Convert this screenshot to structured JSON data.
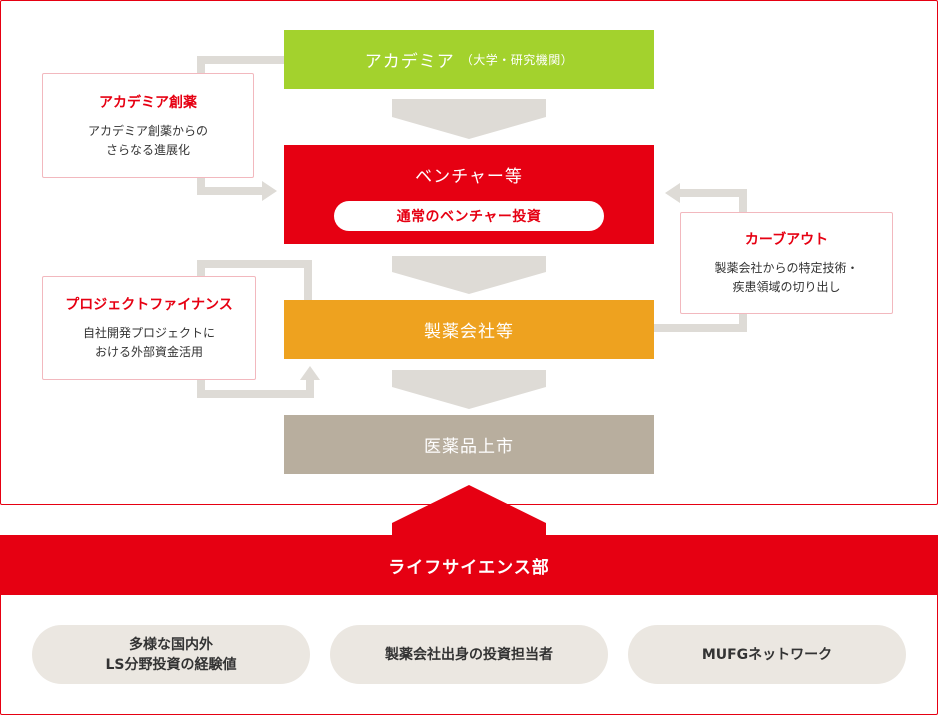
{
  "stages": {
    "academia": {
      "label": "アカデミア",
      "sub": "（大学・研究機関）"
    },
    "venture": {
      "label": "ベンチャー等",
      "pill": "通常のベンチャー投資"
    },
    "pharma": {
      "label": "製薬会社等"
    },
    "market": {
      "label": "医薬品上市"
    }
  },
  "side_boxes": {
    "academia_drug": {
      "title": "アカデミア創薬",
      "desc_lines": [
        "アカデミア創薬からの",
        "さらなる進展化"
      ]
    },
    "project_finance": {
      "title": "プロジェクトファイナンス",
      "desc_lines": [
        "自社開発プロジェクトに",
        "おける外部資金活用"
      ]
    },
    "carve_out": {
      "title": "カーブアウト",
      "desc_lines": [
        "製薬会社からの特定技術・",
        "疾患領域の切り出し"
      ]
    }
  },
  "life_science": {
    "title": "ライフサイエンス部",
    "strengths": [
      {
        "lines": [
          "多様な国内外",
          "LS分野投資の経験値"
        ]
      },
      {
        "lines": [
          "製薬会社出身の投資担当者"
        ]
      },
      {
        "lines": [
          "MUFGネットワーク"
        ]
      }
    ]
  },
  "colors": {
    "red": "#e60012",
    "green": "#a3d22d",
    "orange": "#eea21f",
    "taupe": "#b8ae9e",
    "grey_arrow": "#dedbd6",
    "pink_border": "#f2b8be",
    "pill_bg": "#ebe7e1"
  }
}
